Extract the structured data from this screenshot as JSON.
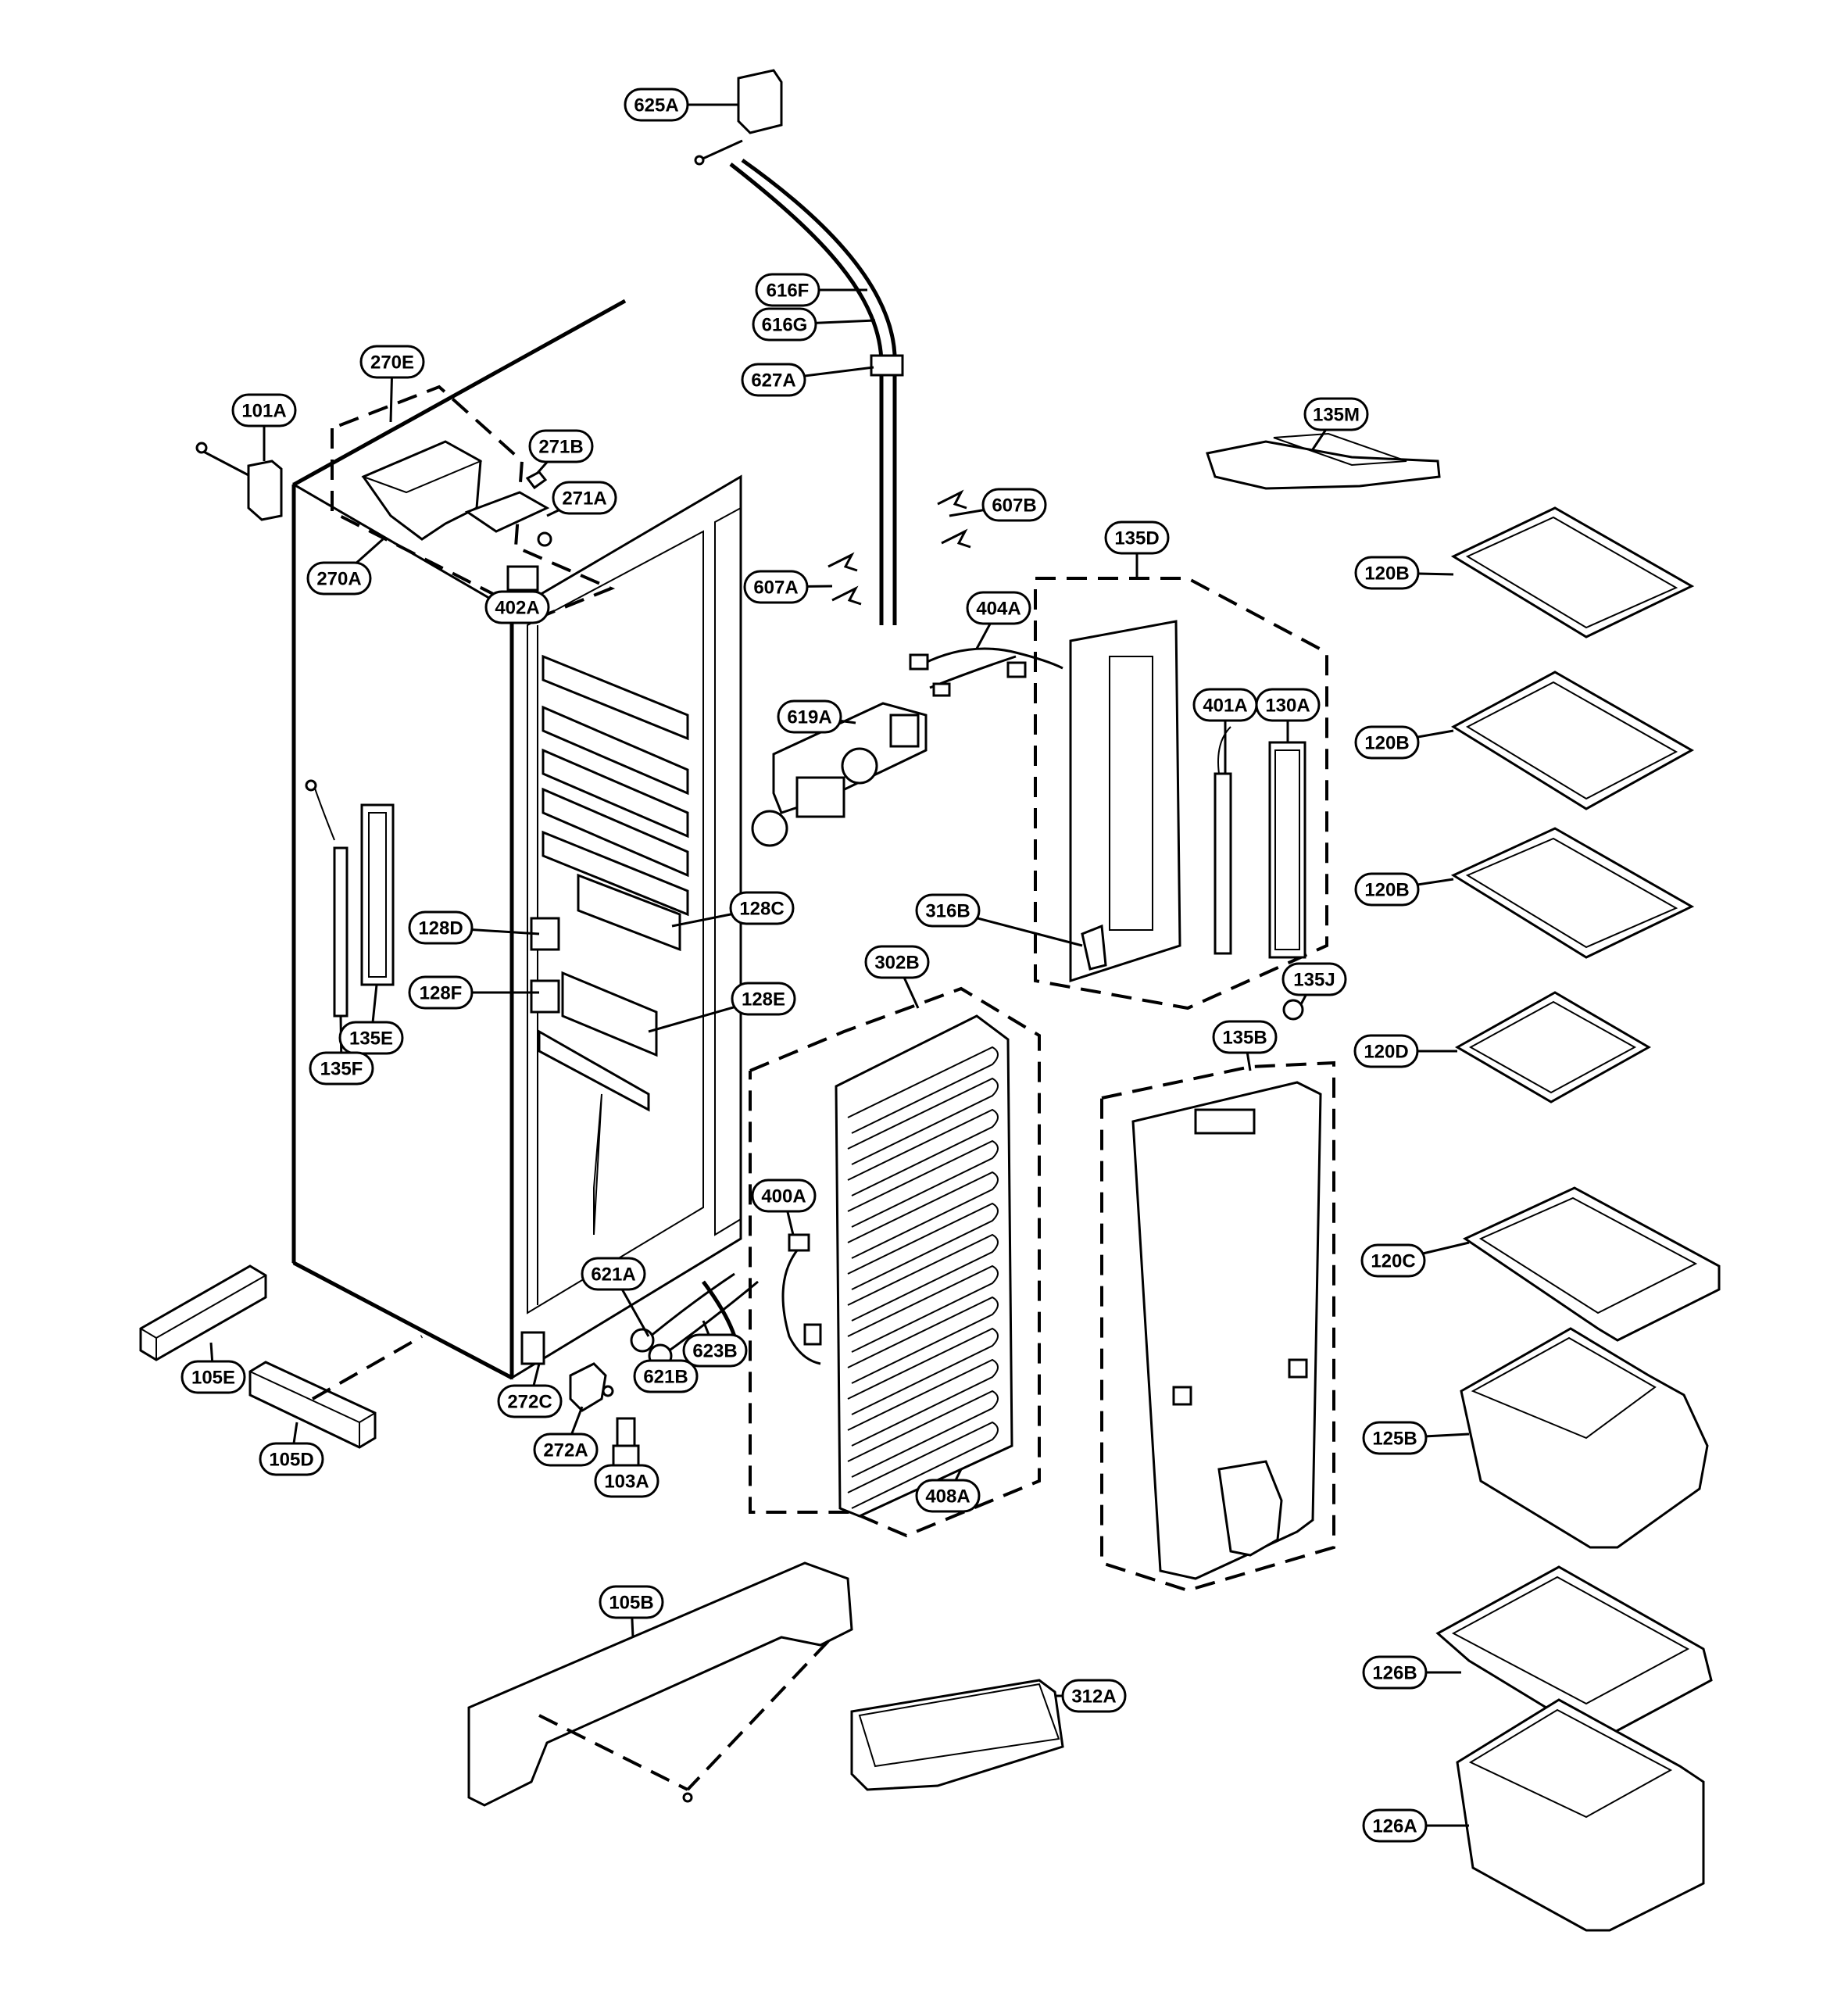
{
  "diagram": {
    "labels": [
      "625A",
      "616F",
      "616G",
      "627A",
      "270E",
      "101A",
      "271B",
      "271A",
      "270A",
      "402A",
      "607B",
      "607A",
      "404A",
      "619A",
      "135M",
      "135D",
      "401A",
      "130A",
      "120B",
      "128D",
      "128C",
      "128F",
      "128E",
      "316B",
      "302B",
      "135J",
      "135E",
      "135F",
      "135B",
      "120D",
      "400A",
      "621A",
      "120C",
      "623B",
      "621B",
      "272C",
      "105E",
      "272A",
      "103A",
      "105D",
      "408A",
      "125B",
      "105B",
      "312A",
      "126B",
      "126A"
    ]
  }
}
